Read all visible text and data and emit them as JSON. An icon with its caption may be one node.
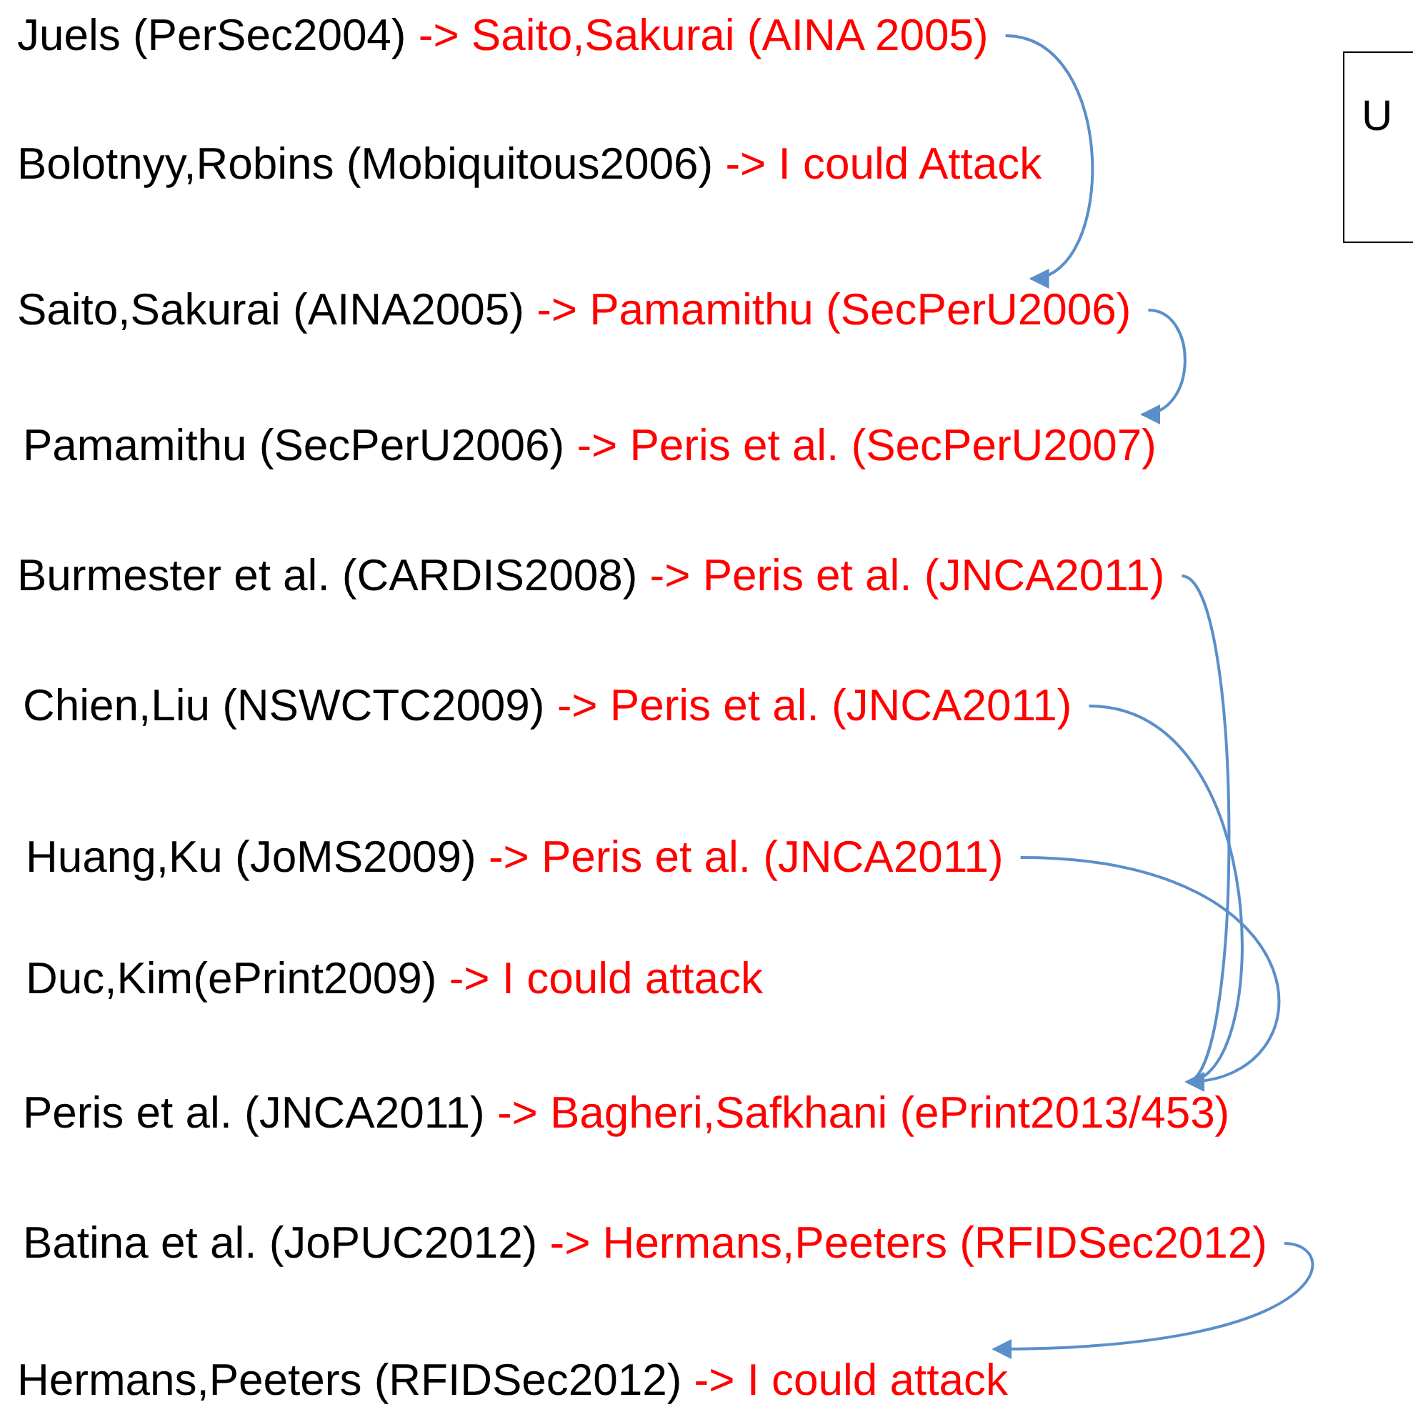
{
  "diagram": {
    "nodes": [
      {
        "text": [
          "Juels (PerSec2004)",
          "-> Saito,Sakurai (AINA 2005)"
        ]
      },
      {
        "text": [
          "Bolotnyy,Robins (Mobiquitous2006)",
          "-> I could Attack"
        ]
      },
      {
        "text": [
          "Saito,Sakurai (AINA2005)",
          "-> Pamamithu (SecPerU2006)"
        ]
      },
      {
        "text": [
          "Pamamithu (SecPerU2006)",
          "-> Peris et al. (SecPerU2007)"
        ]
      },
      {
        "text": [
          "Burmester et al. (CARDIS2008)",
          "-> Peris et al. (JNCA2011)"
        ]
      },
      {
        "text": [
          "Chien,Liu (NSWCTC2009)",
          "-> Peris et al. (JNCA2011)"
        ]
      },
      {
        "text": [
          "Huang,Ku (JoMS2009)",
          "-> Peris et al. (JNCA2011)"
        ]
      },
      {
        "text": [
          "Duc,Kim(ePrint2009)",
          "-> I could attack"
        ]
      },
      {
        "text": [
          "Peris et al. (JNCA2011)",
          "-> Bagheri,Safkhani (ePrint2013/453)"
        ]
      },
      {
        "text": [
          "Batina et al. (JoPUC2012)",
          "-> Hermans,Peeters (RFIDSec2012)"
        ]
      },
      {
        "text": [
          "Hermans,Peeters (RFIDSec2012)",
          "-> I could attack"
        ]
      },
      {
        "text": [
          "U"
        ]
      }
    ],
    "edges": [
      {
        "from": 0,
        "to": 2,
        "arrow": "to"
      },
      {
        "from": 2,
        "to": 3,
        "arrow": "to"
      },
      {
        "from": 4,
        "to": 8,
        "arrow": "to"
      },
      {
        "from": 5,
        "to": 8,
        "arrow": "to"
      },
      {
        "from": 6,
        "to": 8,
        "arrow": "to"
      },
      {
        "from": 9,
        "to": 10,
        "arrow": "to"
      }
    ]
  }
}
